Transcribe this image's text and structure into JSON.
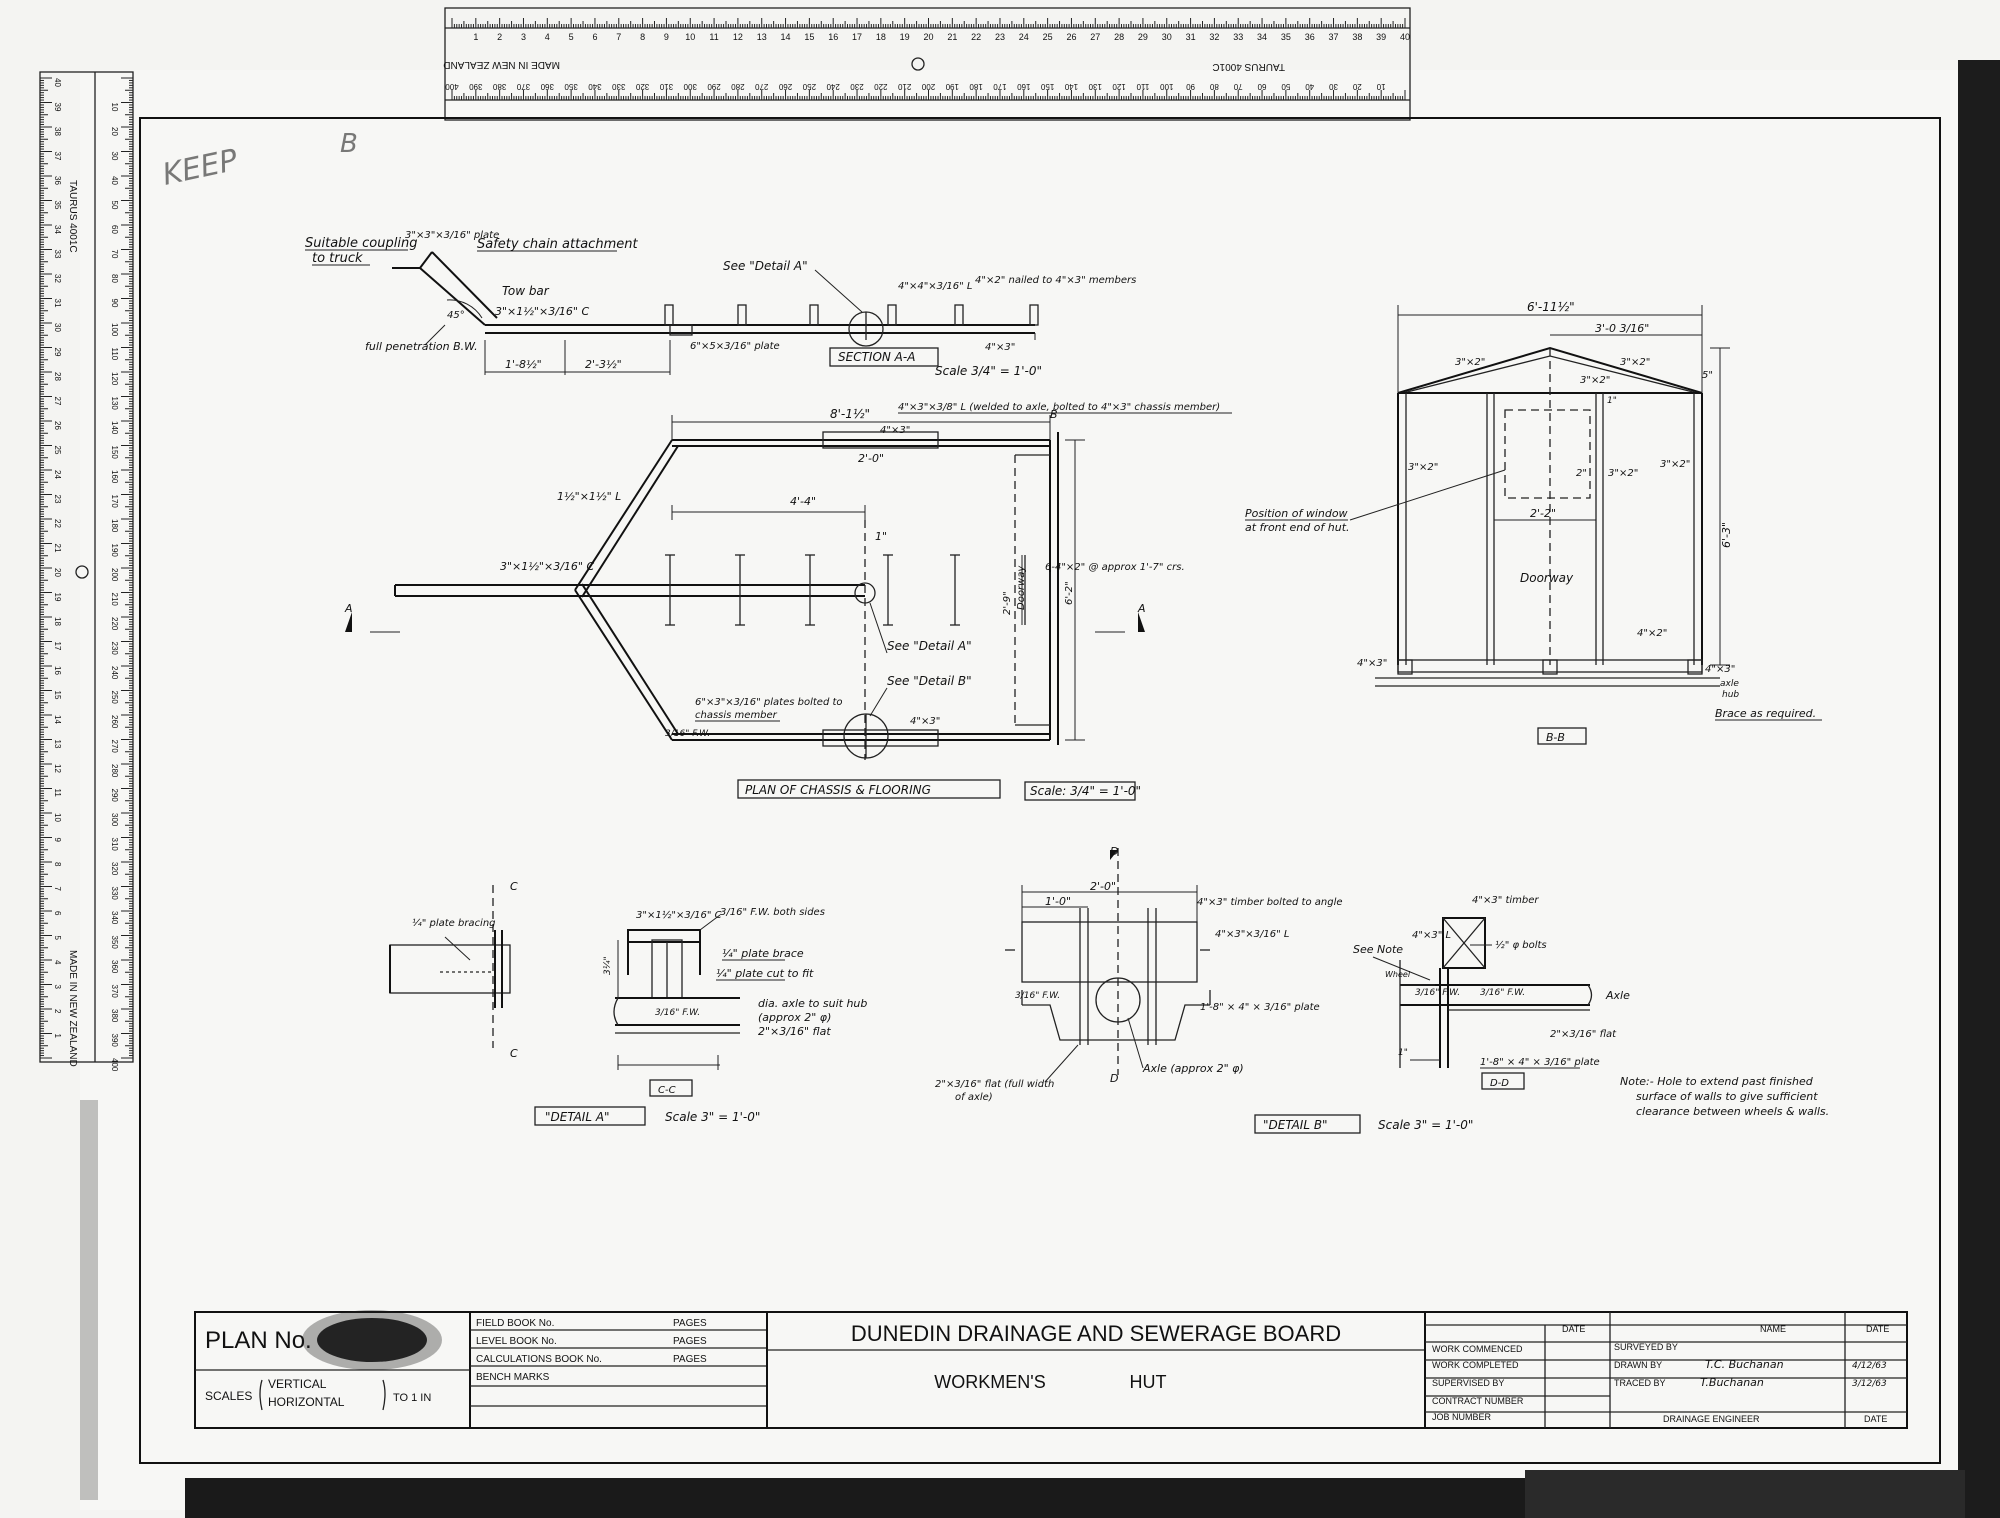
{
  "ruler_top": {
    "cm_labels": [
      "1",
      "2",
      "3",
      "4",
      "5",
      "6",
      "7",
      "8",
      "9",
      "10",
      "11",
      "12",
      "13",
      "14",
      "15",
      "16",
      "17",
      "18",
      "19",
      "20",
      "21",
      "22",
      "23",
      "24",
      "25",
      "26",
      "27",
      "28",
      "29",
      "30",
      "31",
      "32",
      "33",
      "34",
      "35",
      "36",
      "37",
      "38",
      "39",
      "40"
    ],
    "mm_labels": [
      "400",
      "390",
      "380",
      "370",
      "360",
      "350",
      "340",
      "330",
      "320",
      "310",
      "300",
      "290",
      "280",
      "270",
      "260",
      "250",
      "240",
      "230",
      "220",
      "210",
      "200",
      "190",
      "180",
      "170",
      "160",
      "150",
      "140",
      "130",
      "120",
      "110",
      "100",
      "90",
      "80",
      "70",
      "60",
      "50",
      "40",
      "30",
      "20",
      "10"
    ],
    "brand_text": "MADE IN NEW ZEALAND",
    "model_text": "TAURUS 4001C"
  },
  "ruler_left": {
    "brand_text": "MADE IN NEW ZEALAND",
    "model_text": "TAURUS 4001C"
  },
  "corner_note": "KEEP",
  "corner_note_2": "B",
  "section_aa": {
    "suitable_coupling": "Suitable coupling",
    "to_truck": "to truck",
    "plate": "3\"×3\"×3/16\" plate",
    "safety_chain": "Safety chain attachment",
    "tow_bar": "Tow bar",
    "channel": "3\"×1½\"×3/16\" C",
    "full_penetration": "full penetration B.W.",
    "angle_45": "45°",
    "see_detail_a": "See \"Detail A\"",
    "member_angle": "4\"×4\"×3/16\" L",
    "nailed": "4\"×2\" nailed to 4\"×3\" members",
    "plate_6": "6\"×5×3/16\" plate",
    "member_4x3": "4\"×3\"",
    "dim_1": "1'-8½\"",
    "dim_2": "2'-3½\"",
    "title": "SECTION A-A",
    "scale": "Scale 3/4\" = 1'-0\""
  },
  "plan": {
    "dim_top": "8'-1½\"",
    "angle_note": "4\"×3\"×3/8\" L (welded to axle, bolted to 4\"×3\" chassis member)",
    "member_top": "4\"×3\"",
    "width_2": "2'-0\"",
    "angle_side": "1½\"×1½\" L",
    "channel": "3\"×1½\"×3/16\" C",
    "span": "4'-4\"",
    "one_inch": "1\"",
    "joists": "6-4\"×2\" @ approx 1'-7\" crs.",
    "doorway": "Doorway",
    "dim_2_9": "2'-9\"",
    "dim_6_2": "6'-2\"",
    "see_detail_a": "See \"Detail A\"",
    "see_detail_b": "See \"Detail B\"",
    "plates": "6\"×3\"×3/16\" plates bolted to",
    "plates_2": "chassis member",
    "fw": "3/16\" F.W.",
    "member_bottom": "4\"×3\"",
    "marker_a": "A",
    "marker_b": "B",
    "title": "PLAN OF CHASSIS & FLOORING",
    "scale": "Scale: 3/4\" = 1'-0\""
  },
  "elevation_bb": {
    "overall_width": "6'-11½\"",
    "half_width": "3'-0 3/16\"",
    "rafter_l": "3\"×2\"",
    "rafter_r": "3\"×2\"",
    "ridge": "3\"×2\"",
    "small_dim": "5\"",
    "one_small": "1\"",
    "stud_l": "3\"×2\"",
    "stud_r": "3\"×2\"",
    "stud_c": "3\"×2\"",
    "two_inch": "2\"",
    "window_width": "2'-2\"",
    "height": "6'-3\"",
    "position_window": "Position of window",
    "at_front": "at front end of hut.",
    "doorway": "Doorway",
    "sill": "4\"×2\"",
    "bearer_l": "4\"×3\"",
    "bearer_r": "4\"×3\"",
    "axle": "axle",
    "hub": "hub",
    "brace": "Brace as required.",
    "title": "B-B"
  },
  "detail_a": {
    "plate_bracing": "¼\" plate bracing",
    "marker_c": "C",
    "channel": "3\"×1½\"×3/16\" C",
    "fw_both": "3/16\" F.W. both sides",
    "plate_brace": "¼\" plate brace",
    "plate_cut": "¼\" plate cut to fit",
    "fw": "3/16\" F.W.",
    "dia_axle": "dia. axle to suit hub",
    "approx": "(approx 2\" φ)",
    "flat": "2\"×3/16\" flat",
    "dim_v": "3¼\"",
    "cc": "C-C",
    "title": "\"DETAIL A\"",
    "scale": "Scale 3\" = 1'-0\""
  },
  "detail_b": {
    "marker_d": "D",
    "dim_2": "2'-0\"",
    "dim_1": "1'-0\"",
    "timber_bolted": "4\"×3\" timber bolted to angle",
    "angle": "4\"×3\"×3/16\" L",
    "fw": "3/16\" F.W.",
    "plate": "1'-8\" × 4\" × 3/16\" plate",
    "flat": "2\"×3/16\" flat (full width",
    "flat_2": "of axle)",
    "axle": "Axle (approx 2\" φ)",
    "timber_dd": "4\"×3\" timber",
    "angle_dd": "4\"×3\" L",
    "see_note": "See Note",
    "bolt": "½\" φ bolts",
    "wheel": "Wheel",
    "fw_dd": "3/16\" F.W.",
    "fw_dd2": "3/16\" F.W.",
    "axle_dd": "Axle",
    "flat_dd": "2\"×3/16\" flat",
    "one_dd": "1\"",
    "plate_dd": "1'-8\" × 4\" × 3/16\" plate",
    "dd": "D-D",
    "title": "\"DETAIL B\"",
    "scale": "Scale 3\" = 1'-0\"",
    "note_1": "Note:- Hole to extend past finished",
    "note_2": "surface of walls to give sufficient",
    "note_3": "clearance between wheels & walls."
  },
  "title_block": {
    "plan_no": "PLAN No.",
    "scales": "SCALES",
    "vertical": "VERTICAL",
    "horizontal": "HORIZONTAL",
    "to_in": "TO 1 IN",
    "field_book": "FIELD BOOK No.",
    "level_book": "LEVEL BOOK No.",
    "calc_book": "CALCULATIONS BOOK No.",
    "bench_marks": "BENCH MARKS",
    "pages": "PAGES",
    "board": "DUNEDIN DRAINAGE AND SEWERAGE BOARD",
    "project_1": "WORKMEN'S",
    "project_2": "HUT",
    "date_col": "DATE",
    "name_col": "NAME",
    "date_col_2": "DATE",
    "work_commenced": "WORK COMMENCED",
    "work_completed": "WORK COMPLETED",
    "supervised_by": "SUPERVISED BY",
    "contract_number": "CONTRACT NUMBER",
    "job_number": "JOB NUMBER",
    "surveyed_by": "SURVEYED BY",
    "drawn_by": "DRAWN BY",
    "traced_by": "TRACED BY",
    "drainage_engineer": "DRAINAGE ENGINEER",
    "drawn_name": "T.C. Buchanan",
    "traced_name": "T.Buchanan",
    "drawn_date": "4/12/63",
    "traced_date": "3/12/63",
    "date_bottom": "DATE"
  }
}
